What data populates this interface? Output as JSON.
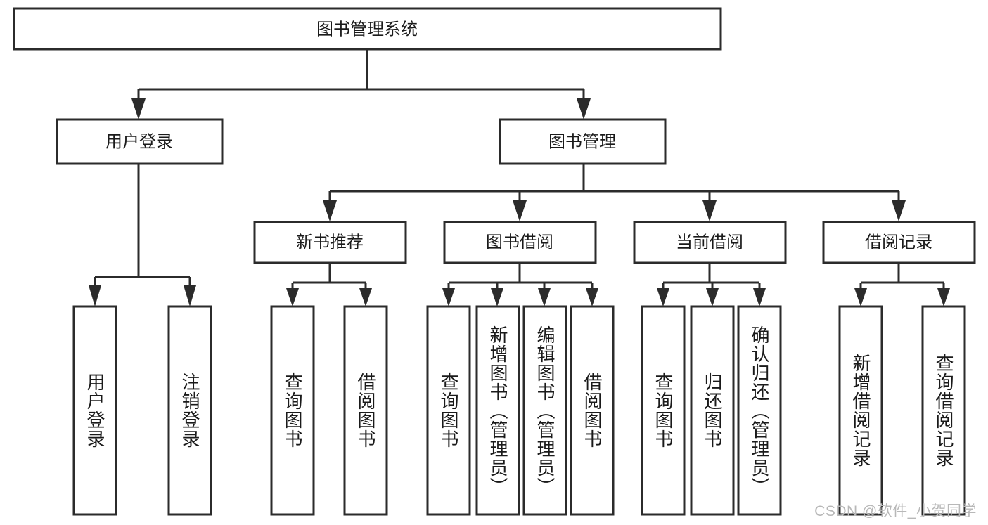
{
  "diagram": {
    "type": "tree-hierarchy-flowchart",
    "orientation": "top-down",
    "title": "图书管理系统",
    "colors": {
      "box_fill": "#ffffff",
      "box_stroke": "#2b2b2b",
      "connector": "#2b2b2b",
      "text": "#1a1a1a",
      "watermark": "#b8b8b8",
      "background": "#ffffff"
    },
    "root": {
      "id": "root",
      "label": "图书管理系统"
    },
    "level2": [
      {
        "id": "user-login",
        "label": "用户登录"
      },
      {
        "id": "book-management",
        "label": "图书管理"
      }
    ],
    "level3": [
      {
        "id": "new-book-recommend",
        "label": "新书推荐",
        "parent": "book-management"
      },
      {
        "id": "book-borrow",
        "label": "图书借阅",
        "parent": "book-management"
      },
      {
        "id": "current-borrow",
        "label": "当前借阅",
        "parent": "book-management"
      },
      {
        "id": "borrow-record",
        "label": "借阅记录",
        "parent": "book-management"
      }
    ],
    "leaves": [
      {
        "id": "leaf-user-login",
        "label": "用户登录",
        "parent": "user-login"
      },
      {
        "id": "leaf-logout-login",
        "label": "注销登录",
        "parent": "user-login"
      },
      {
        "id": "leaf-query-book-1",
        "label": "查询图书",
        "parent": "new-book-recommend"
      },
      {
        "id": "leaf-borrow-book-1",
        "label": "借阅图书",
        "parent": "new-book-recommend"
      },
      {
        "id": "leaf-query-book-2",
        "label": "查询图书",
        "parent": "book-borrow"
      },
      {
        "id": "leaf-add-book",
        "label": "新增图书（管理员）",
        "parent": "book-borrow"
      },
      {
        "id": "leaf-edit-book",
        "label": "编辑图书（管理员）",
        "parent": "book-borrow"
      },
      {
        "id": "leaf-borrow-book-2",
        "label": "借阅图书",
        "parent": "book-borrow"
      },
      {
        "id": "leaf-query-book-3",
        "label": "查询图书",
        "parent": "current-borrow"
      },
      {
        "id": "leaf-return-book",
        "label": "归还图书",
        "parent": "current-borrow"
      },
      {
        "id": "leaf-confirm-return",
        "label": "确认归还（管理员）",
        "parent": "current-borrow"
      },
      {
        "id": "leaf-add-record",
        "label": "新增借阅记录",
        "parent": "borrow-record"
      },
      {
        "id": "leaf-query-record",
        "label": "查询借阅记录",
        "parent": "borrow-record"
      }
    ],
    "watermark": "CSDN @软件_小贺同学"
  }
}
